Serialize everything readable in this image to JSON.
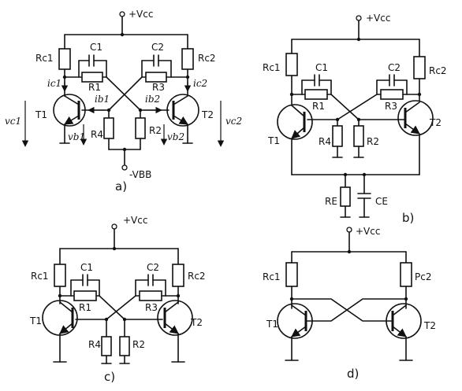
{
  "diagram_a": {
    "supply": "+Vcc",
    "negative_supply": "-VBB",
    "caption": "a)",
    "resistors": {
      "rc1": "Rc1",
      "rc2": "Rc2",
      "r1": "R1",
      "r3": "R3",
      "r4": "R4",
      "r2": "R2"
    },
    "capacitors": {
      "c1": "C1",
      "c2": "C2"
    },
    "transistors": {
      "t1": "T1",
      "t2": "T2"
    },
    "currents": {
      "ic1": "ic1",
      "ic2": "ic2",
      "ib1": "ib1",
      "ib2": "ib2"
    },
    "voltages": {
      "vc1": "vc1",
      "vc2": "vc2",
      "vb1": "vb1",
      "vb2": "vb2"
    }
  },
  "diagram_b": {
    "supply": "+Vcc",
    "caption": "b)",
    "resistors": {
      "rc1": "Rc1",
      "rc2": "Rc2",
      "r1": "R1",
      "r3": "R3",
      "r4": "R4",
      "r2": "R2",
      "re": "RE"
    },
    "capacitors": {
      "c1": "C1",
      "c2": "C2",
      "ce": "CE"
    },
    "transistors": {
      "t1": "T1",
      "t2": "T2"
    }
  },
  "diagram_c": {
    "supply": "+Vcc",
    "caption": "c)",
    "resistors": {
      "rc1": "Rc1",
      "rc2": "Rc2",
      "r1": "R1",
      "r3": "R3",
      "r4": "R4",
      "r2": "R2"
    },
    "capacitors": {
      "c1": "C1",
      "c2": "C2"
    },
    "transistors": {
      "t1": "T1",
      "t2": "T2"
    }
  },
  "diagram_d": {
    "supply": "+Vcc",
    "caption": "d)",
    "resistors": {
      "rc1": "Rc1",
      "rc2": "Pc2"
    },
    "transistors": {
      "t1": "T1",
      "t2": "T2"
    }
  }
}
